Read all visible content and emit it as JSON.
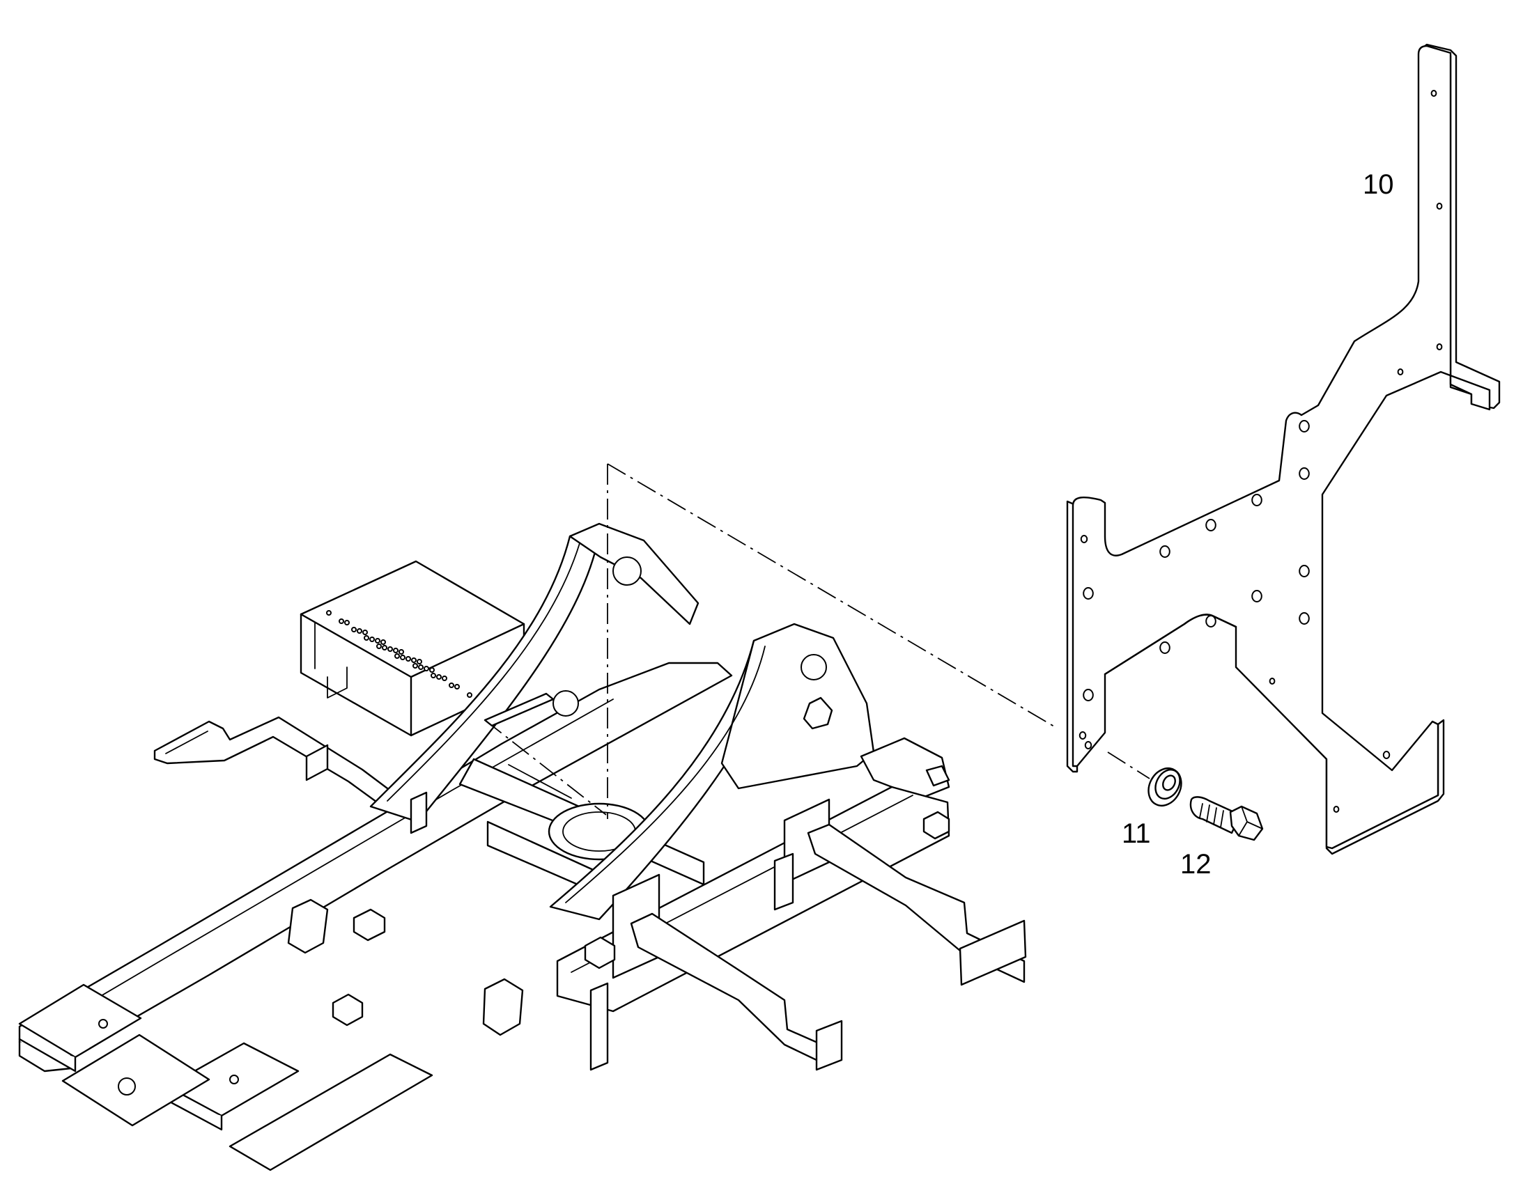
{
  "diagram": {
    "callouts": [
      {
        "id": "10",
        "label": "10",
        "part": "mounting-plate"
      },
      {
        "id": "11",
        "label": "11",
        "part": "washer"
      },
      {
        "id": "12",
        "label": "12",
        "part": "bolt"
      }
    ]
  }
}
